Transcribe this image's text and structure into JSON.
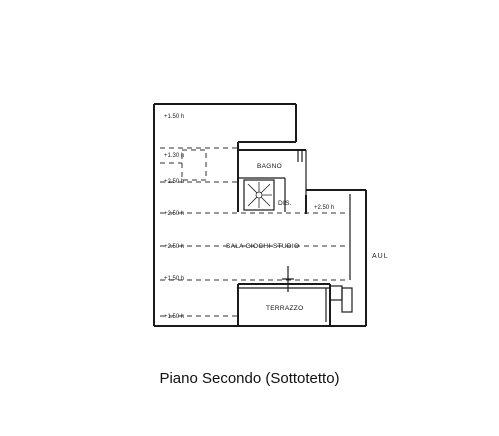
{
  "caption": "Piano Secondo (Sottotetto)",
  "rooms": {
    "bagno": "BAGNO",
    "dis": "DIS.",
    "sala": "SALA GIOCHI-STUDIO",
    "terrazzo": "TERRAZZO",
    "aul": "AUL"
  },
  "levels": {
    "l1": "+1.50 h",
    "l2": "+1.30 h",
    "l3": "+2.50 h",
    "l4": "+2.50 h",
    "l5": "+2.50 h",
    "l6": "+1.50 h",
    "l7": "+1.50 h",
    "dis_level": "+2.50 h"
  }
}
